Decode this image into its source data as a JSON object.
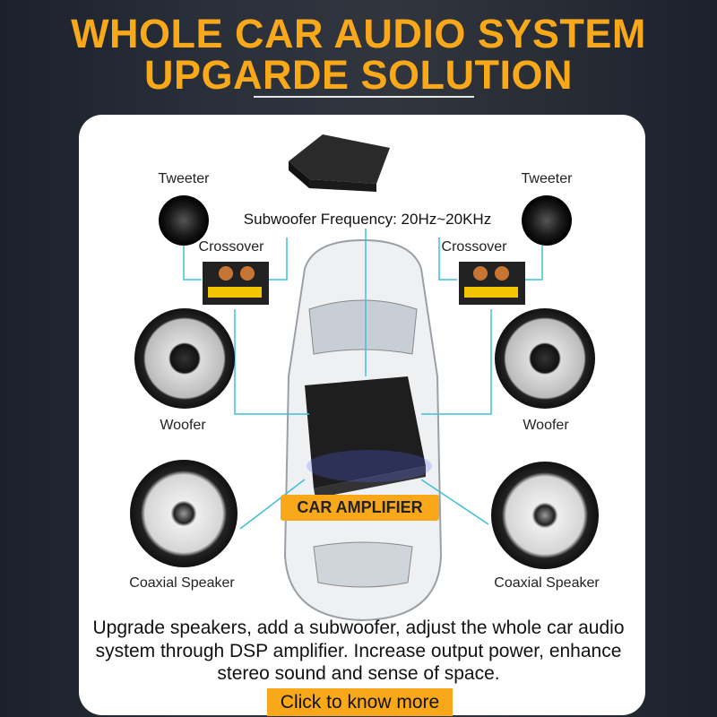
{
  "header": {
    "title_line1": "WHOLE CAR AUDIO SYSTEM",
    "title_line2": "UPGARDE SOLUTION"
  },
  "diagram": {
    "frequency_label": "Subwoofer Frequency: 20Hz~20KHz",
    "left": {
      "tweeter": "Tweeter",
      "crossover": "Crossover",
      "woofer": "Woofer",
      "coaxial": "Coaxial Speaker"
    },
    "right": {
      "tweeter": "Tweeter",
      "crossover": "Crossover",
      "woofer": "Woofer",
      "coaxial": "Coaxial Speaker"
    },
    "amplifier_label": "CAR AMPLIFIER"
  },
  "description": "Upgrade speakers, add a subwoofer, adjust the whole car audio system through DSP amplifier. Increase output power, enhance stereo sound and sense of space.",
  "cta": {
    "label": "Click to know more"
  },
  "colors": {
    "accent": "#f9a81a",
    "connector": "#3fbfd8",
    "background": "#1f2530"
  }
}
